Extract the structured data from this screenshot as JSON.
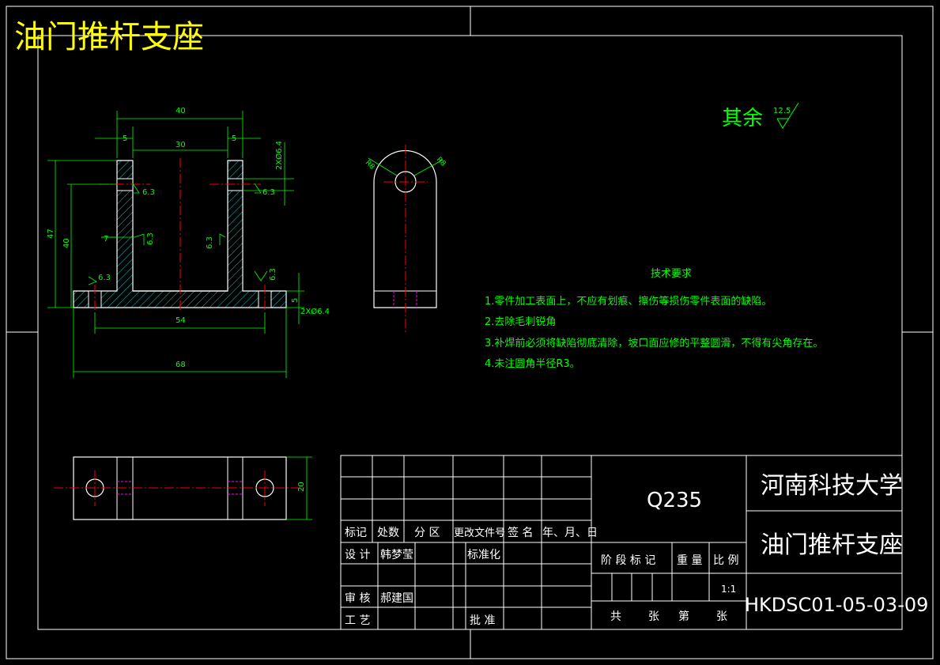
{
  "drawing_title": "油门推杆支座",
  "roughness": {
    "label": "其余",
    "value": "12.5"
  },
  "dims": {
    "d40": "40",
    "d30": "30",
    "d5a": "5",
    "d5b": "5",
    "hole_top": "2XØ6.4",
    "hole_bottom": "2XØ6.4",
    "d47": "47",
    "d40v": "40",
    "d7": "7",
    "d5v": "5",
    "d54": "54",
    "d68": "68",
    "d20": "20",
    "r1": "R8",
    "r2": "R8"
  },
  "surface": {
    "r": "6.3"
  },
  "tech": {
    "title": "技术要求",
    "items": [
      "1.零件加工表面上，不应有划痕、擦伤等损伤零件表面的缺陷。",
      "2.去除毛刺锐角",
      "3.补焊前必须将缺陷彻底清除，坡口面应修的平整圆滑，不得有尖角存在。",
      "4.未注圆角半径R3。"
    ]
  },
  "title_block": {
    "material": "Q235",
    "school": "河南科技大学",
    "part_name": "油门推杆支座",
    "drawing_no": "HKDSC01-05-03-09",
    "scale": "1:1",
    "h_mark": "标记",
    "h_count": "处数",
    "h_zone": "分 区",
    "h_doc": "更改文件号",
    "h_sign": "签 名",
    "h_date": "年、月、日",
    "design_label": "设 计",
    "designer": "韩梦莹",
    "std_label": "标准化",
    "check_label": "审 核",
    "checker": "郝建国",
    "process_label": "工 艺",
    "approve_label": "批 准",
    "stage_label": "阶 段 标 记",
    "weight_label": "重 量",
    "scale_label": "比 例",
    "sheets_total": "共",
    "sheets_unit1": "张",
    "sheets_no": "第",
    "sheets_unit2": "张"
  },
  "colors": {
    "yellow": "#ffff00",
    "green": "#00ff00",
    "white": "#ffffff",
    "red": "#ff0000",
    "magenta": "#ff00ff"
  }
}
